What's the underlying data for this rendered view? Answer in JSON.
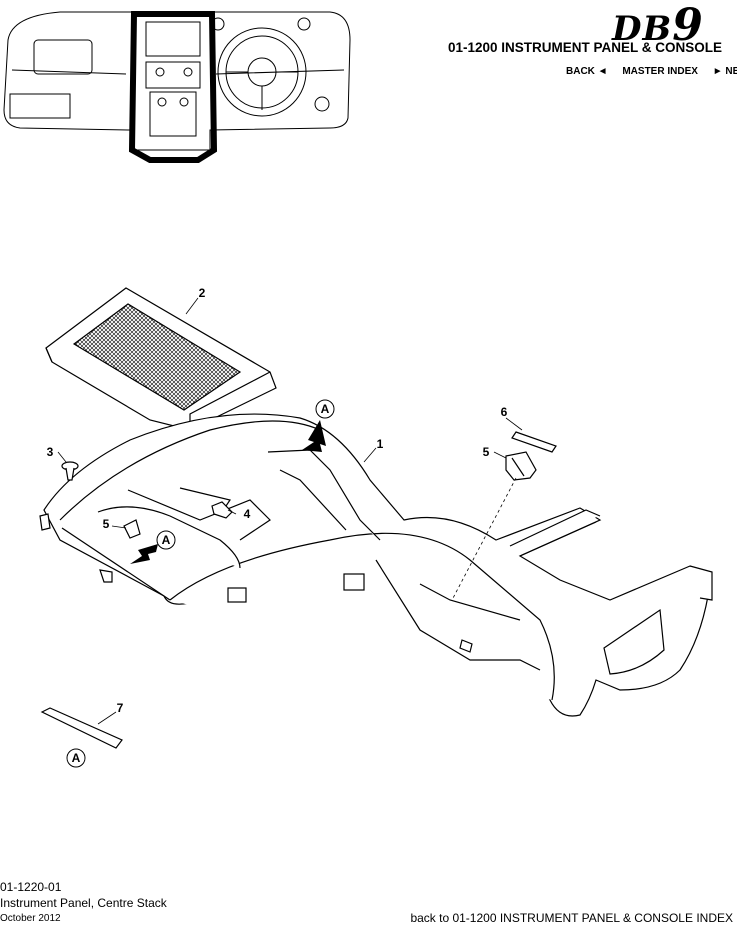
{
  "header": {
    "logo_db": "DB",
    "logo_nine": "9",
    "section_title": "01-1200 INSTRUMENT PANEL & CONSOLE",
    "nav_back": "BACK ◄",
    "nav_master": "MASTER INDEX",
    "nav_next": "► NEXT"
  },
  "diagram": {
    "callouts": [
      "1",
      "2",
      "3",
      "4",
      "5",
      "5",
      "6",
      "7"
    ],
    "view_markers": [
      "A",
      "A",
      "A"
    ]
  },
  "footer": {
    "part_code": "01-1220-01",
    "part_name": "Instrument Panel, Centre Stack",
    "date": "October 2012",
    "back_link": "back to 01-1200 INSTRUMENT PANEL & CONSOLE INDEX"
  }
}
